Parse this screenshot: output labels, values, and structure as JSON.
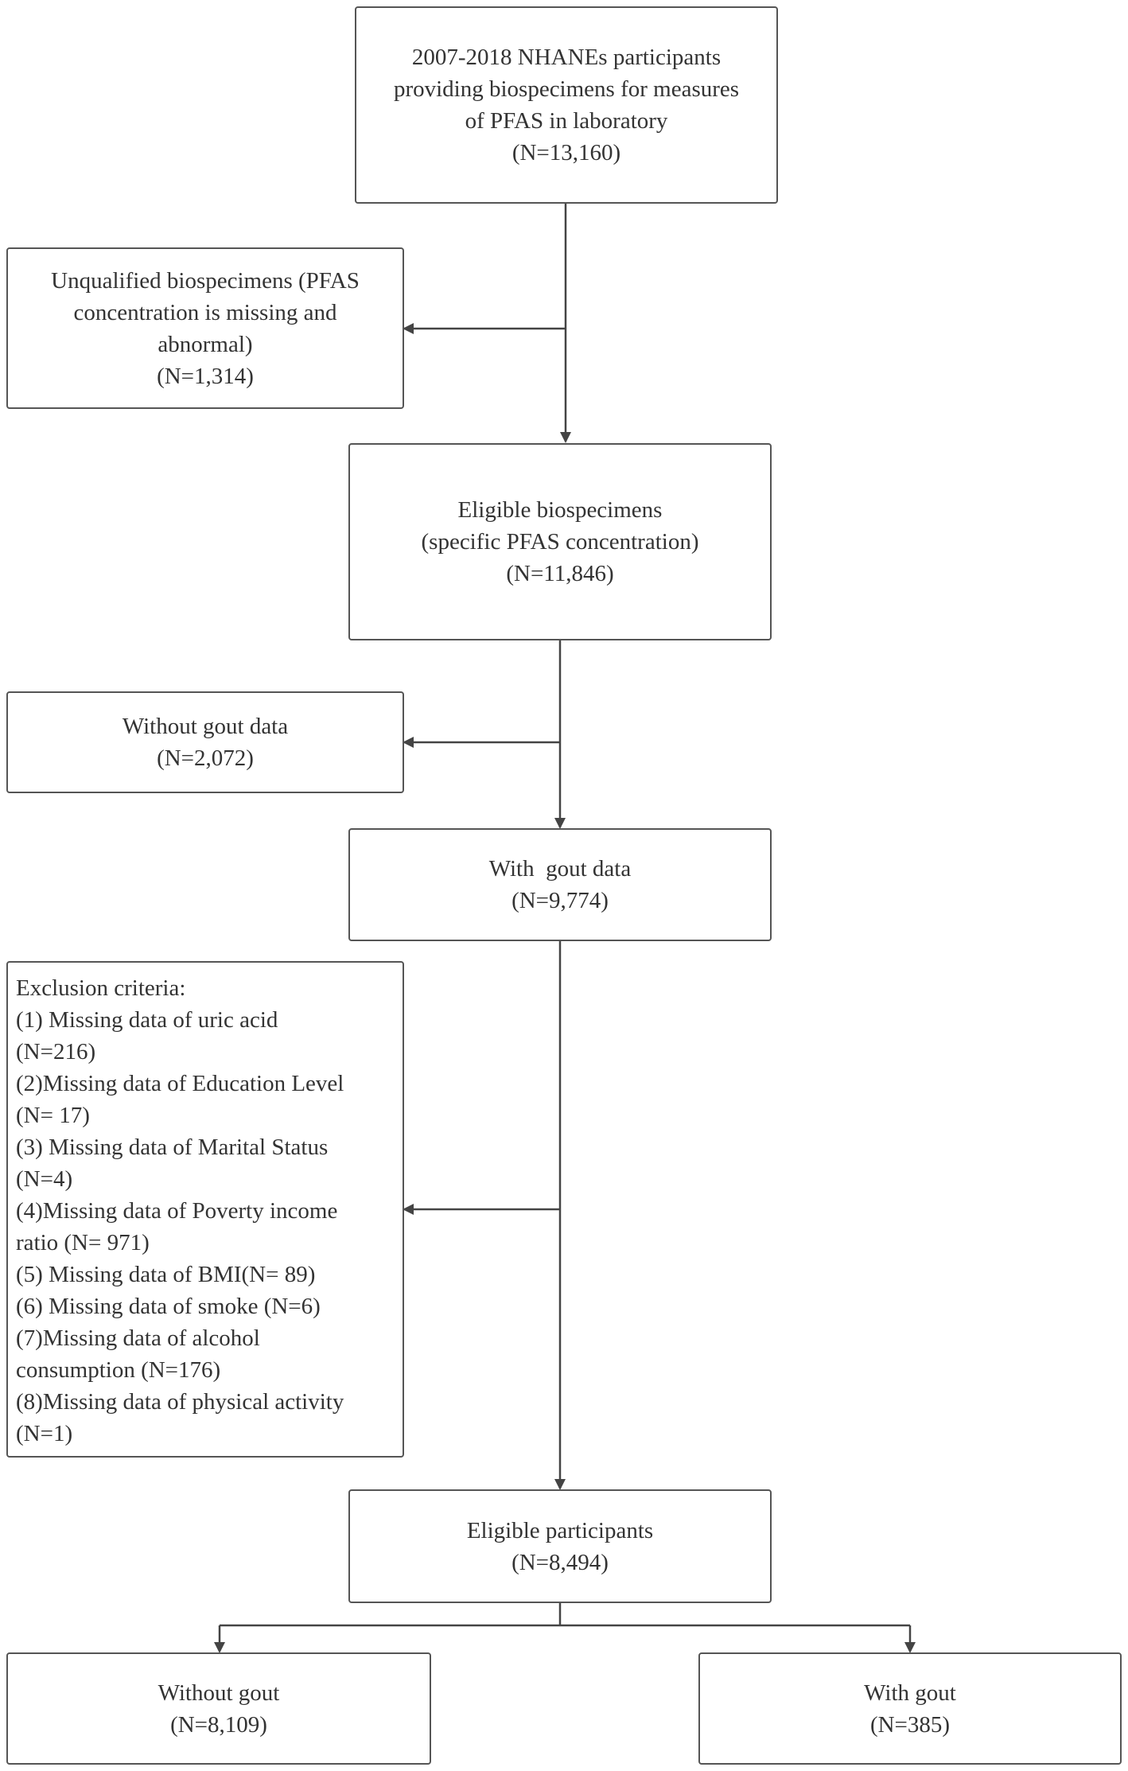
{
  "flowchart": {
    "top": {
      "lines": [
        "2007-2018 NHANEs participants",
        "providing biospecimens for measures",
        "of PFAS in laboratory",
        "(N=13,160)"
      ]
    },
    "unqualified": {
      "lines": [
        "Unqualified biospecimens (PFAS",
        "concentration is missing and",
        "abnormal)",
        "(N=1,314)"
      ]
    },
    "eligible_biospecimens": {
      "lines": [
        "Eligible biospecimens",
        "(specific PFAS concentration)",
        "(N=11,846)"
      ]
    },
    "without_gout_data": {
      "lines": [
        "Without gout data",
        "(N=2,072)"
      ]
    },
    "with_gout_data": {
      "lines": [
        "With  gout data",
        "(N=9,774)"
      ]
    },
    "exclusion": {
      "lines": [
        "Exclusion criteria:",
        "(1) Missing data of uric acid",
        "(N=216)",
        "(2)Missing data of Education Level",
        "(N= 17)",
        "(3) Missing data of Marital Status",
        "(N=4)",
        "(4)Missing data of Poverty income",
        "ratio (N= 971)",
        "(5) Missing data of BMI(N= 89)",
        "(6) Missing data of smoke (N=6)",
        "(7)Missing data of alcohol",
        "consumption (N=176)",
        "(8)Missing data of physical activity",
        "(N=1)"
      ]
    },
    "eligible_participants": {
      "lines": [
        "Eligible participants",
        "(N=8,494)"
      ]
    },
    "without_gout": {
      "lines": [
        "Without gout",
        "(N=8,109)"
      ]
    },
    "with_gout": {
      "lines": [
        "With gout",
        "(N=385)"
      ]
    }
  },
  "colors": {
    "box_border": "#555555",
    "arrow": "#444444",
    "text": "#333333"
  }
}
